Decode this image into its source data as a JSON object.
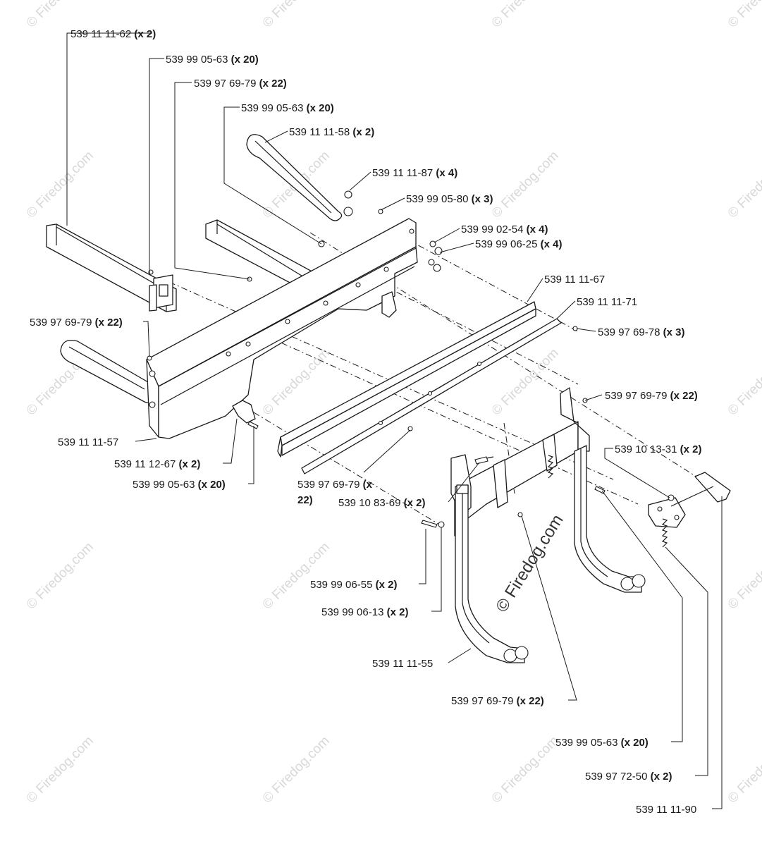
{
  "watermark": {
    "text": "© Firedog.com",
    "center_text": "© Firedog.com"
  },
  "callouts": [
    {
      "part": "539 11 11-62",
      "qty": "(x 2)"
    },
    {
      "part": "539 99 05-63",
      "qty": "(x 20)"
    },
    {
      "part": "539 97 69-79",
      "qty": "(x 22)"
    },
    {
      "part": "539 99 05-63",
      "qty": "(x 20)"
    },
    {
      "part": "539 11 11-58",
      "qty": "(x 2)"
    },
    {
      "part": "539 11 11-87",
      "qty": "(x 4)"
    },
    {
      "part": "539 99 05-80",
      "qty": "(x 3)"
    },
    {
      "part": "539 99 02-54",
      "qty": "(x 4)"
    },
    {
      "part": "539 99 06-25",
      "qty": "(x 4)"
    },
    {
      "part": "539 11 11-67",
      "qty": ""
    },
    {
      "part": "539 11 11-71",
      "qty": ""
    },
    {
      "part": "539 97 69-78",
      "qty": "(x 3)"
    },
    {
      "part": "539 97 69-79",
      "qty": "(x 22)"
    },
    {
      "part": "539 97 69-79",
      "qty": "(x 22)"
    },
    {
      "part": "539 10 13-31",
      "qty": "(x 2)"
    },
    {
      "part": "539 11 11-57",
      "qty": ""
    },
    {
      "part": "539 11 12-67",
      "qty": "(x 2)"
    },
    {
      "part": "539 99 05-63",
      "qty": "(x 20)"
    },
    {
      "part": "539 97 69-79",
      "qty": "(x",
      "qty2": "22)"
    },
    {
      "part": "539 10 83-69",
      "qty": "(x 2)"
    },
    {
      "part": "539 99 06-55",
      "qty": "(x 2)"
    },
    {
      "part": "539 99 06-13",
      "qty": "(x 2)"
    },
    {
      "part": "539 11 11-55",
      "qty": ""
    },
    {
      "part": "539 97 69-79",
      "qty": "(x 22)"
    },
    {
      "part": "539 99 05-63",
      "qty": "(x 20)"
    },
    {
      "part": "539 97 72-50",
      "qty": "(x 2)"
    },
    {
      "part": "539 11 11-90",
      "qty": ""
    }
  ]
}
